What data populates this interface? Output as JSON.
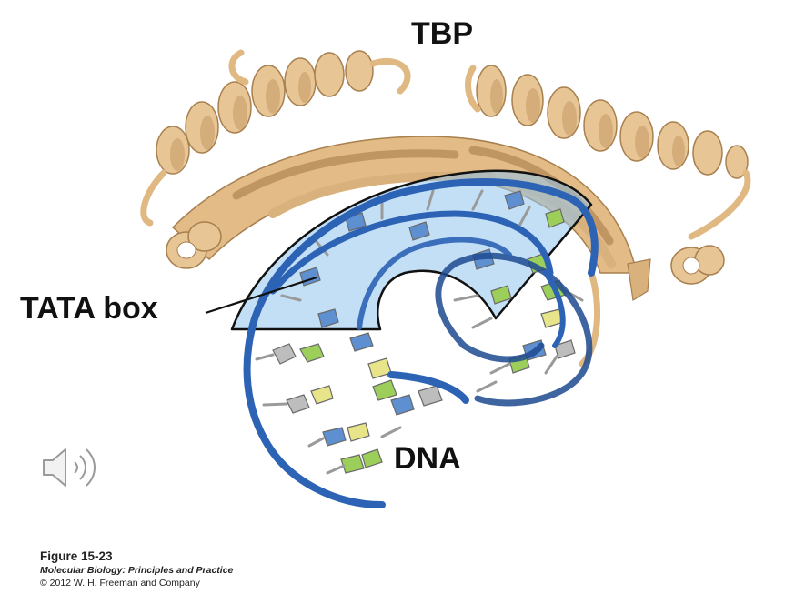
{
  "labels": {
    "protein": "TBP",
    "tata": "TATA box",
    "dna": "DNA"
  },
  "caption": {
    "figure": "Figure 15-23",
    "book": "Molecular Biology: Principles and Practice",
    "copyright": "© 2012 W. H. Freeman and Company"
  },
  "icons": {
    "audio": "speaker-icon"
  },
  "colors": {
    "protein": "#e8c595",
    "protein_shadow": "#c49a66",
    "dna_backbone": "#2d63b5",
    "dna_backbone_dark": "#1d4a90",
    "highlight_fill": "#8fc4ec",
    "base_gray": "#bdbdbd",
    "base_green": "#9ccf5a",
    "base_yellow": "#e7e48a",
    "base_blue": "#5d8fd1"
  }
}
